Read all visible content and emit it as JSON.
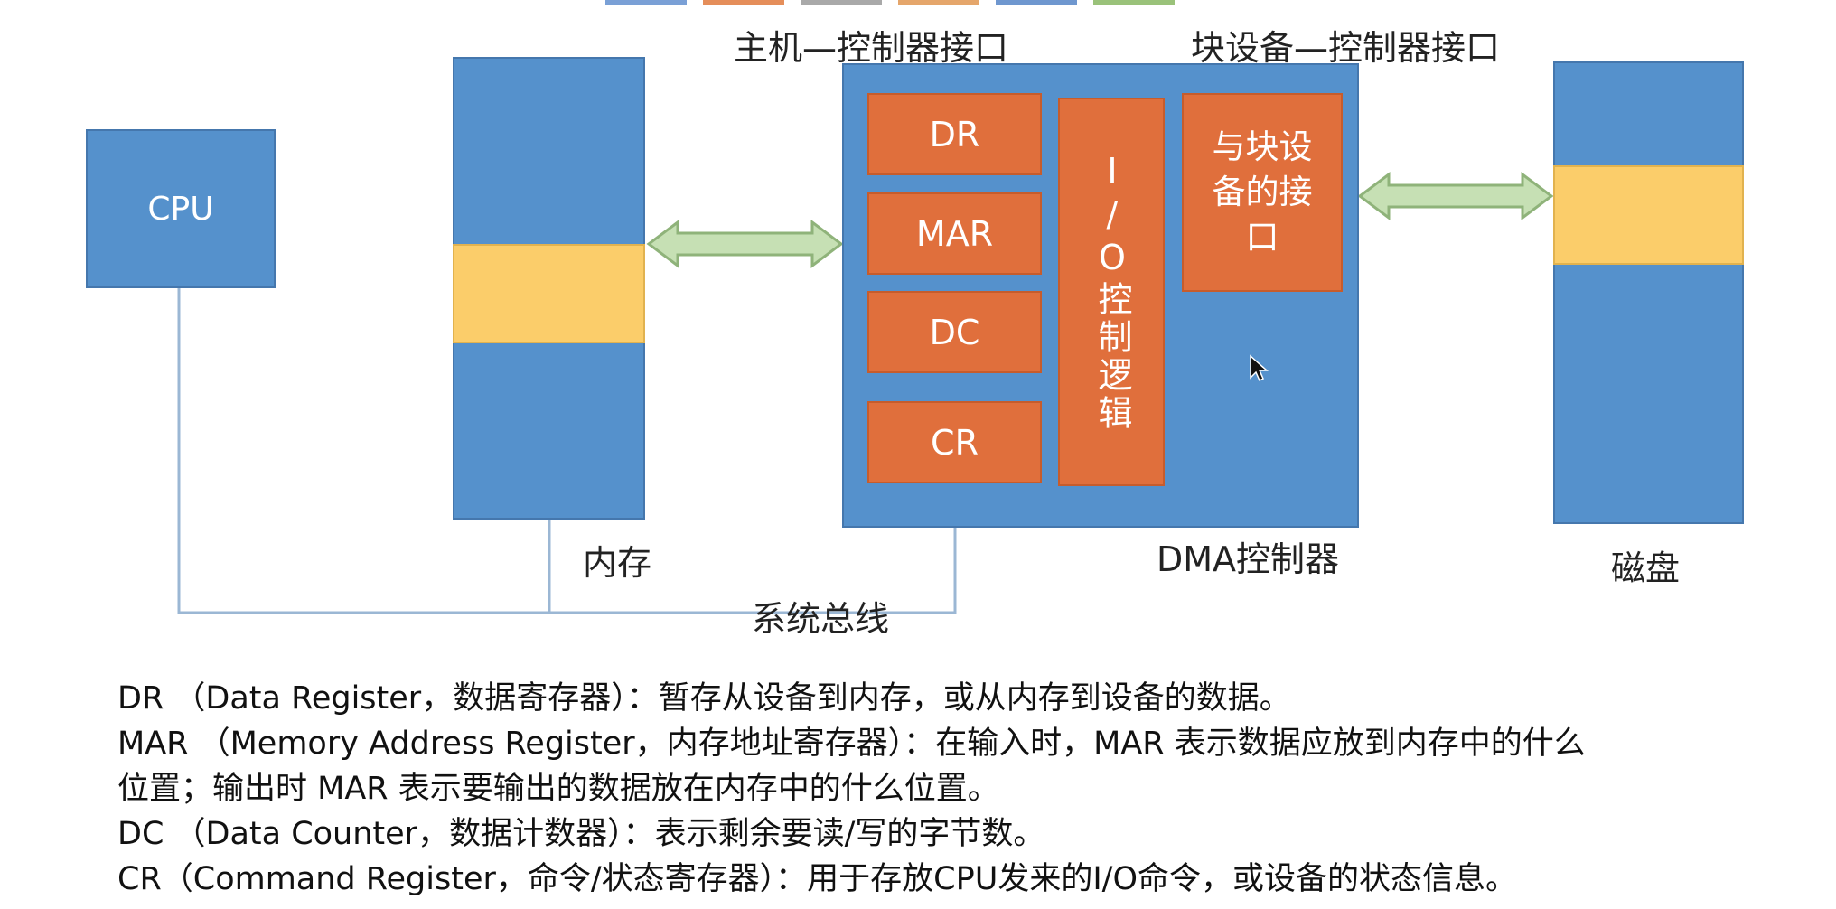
{
  "labels": {
    "host_interface": "主机—控制器接口",
    "block_interface": "块设备—控制器接口",
    "cpu": "CPU",
    "memory": "内存",
    "dma": "DMA控制器",
    "disk": "磁盘",
    "system_bus": "系统总线",
    "io_logic": "I/O控制逻辑",
    "device_interface": "与块设备的接口"
  },
  "registers": [
    "DR",
    "MAR",
    "DC",
    "CR"
  ],
  "notes": [
    "DR （Data Register，数据寄存器）：暂存从设备到内存，或从内存到设备的数据。",
    "MAR （Memory Address Register，内存地址寄存器）：在输入时，MAR 表示数据应放到内存中的什么",
    "位置；输出时 MAR 表示要输出的数据放在内存中的什么位置。",
    "DC （Data Counter，数据计数器）：表示剩余要读/写的字节数。",
    "CR（Command Register，命令/状态寄存器）：用于存放CPU发来的I/O命令，或设备的状态信息。"
  ],
  "colors": {
    "blue": "#5591cc",
    "orange": "#e06f3c",
    "yellow": "#fbcd6a",
    "arrow_fill": "#c6e0b4",
    "arrow_stroke": "#8fb37a",
    "bus": "#9bb7d4"
  }
}
